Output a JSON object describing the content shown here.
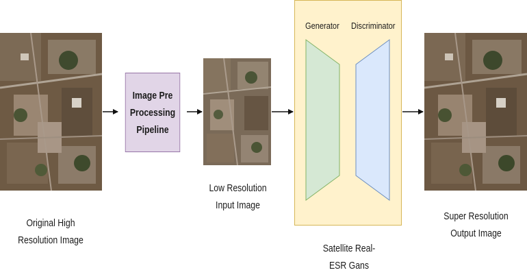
{
  "nodes": {
    "original": {
      "label": "Original High\nResolution Image"
    },
    "preprocessing": {
      "label": "Image Pre\nProcessing\nPipeline"
    },
    "low_res": {
      "label": "Low Resolution\nInput Image"
    },
    "gan": {
      "label": "Satellite Real-\nESR Gans",
      "generator_label": "Generator",
      "discriminator_label": "Discriminator"
    },
    "super_res": {
      "label": "Super Resolution\nOutput Image"
    }
  },
  "colors": {
    "preprocessing_fill": "#e1d5e7",
    "preprocessing_border": "#9673a6",
    "gan_fill": "#fff2cc",
    "gan_border": "#d6b656",
    "generator_fill": "#d5e8d4",
    "generator_border": "#82b366",
    "discriminator_fill": "#dae8fc",
    "discriminator_border": "#6c8ebf",
    "arrow": "#111111"
  }
}
